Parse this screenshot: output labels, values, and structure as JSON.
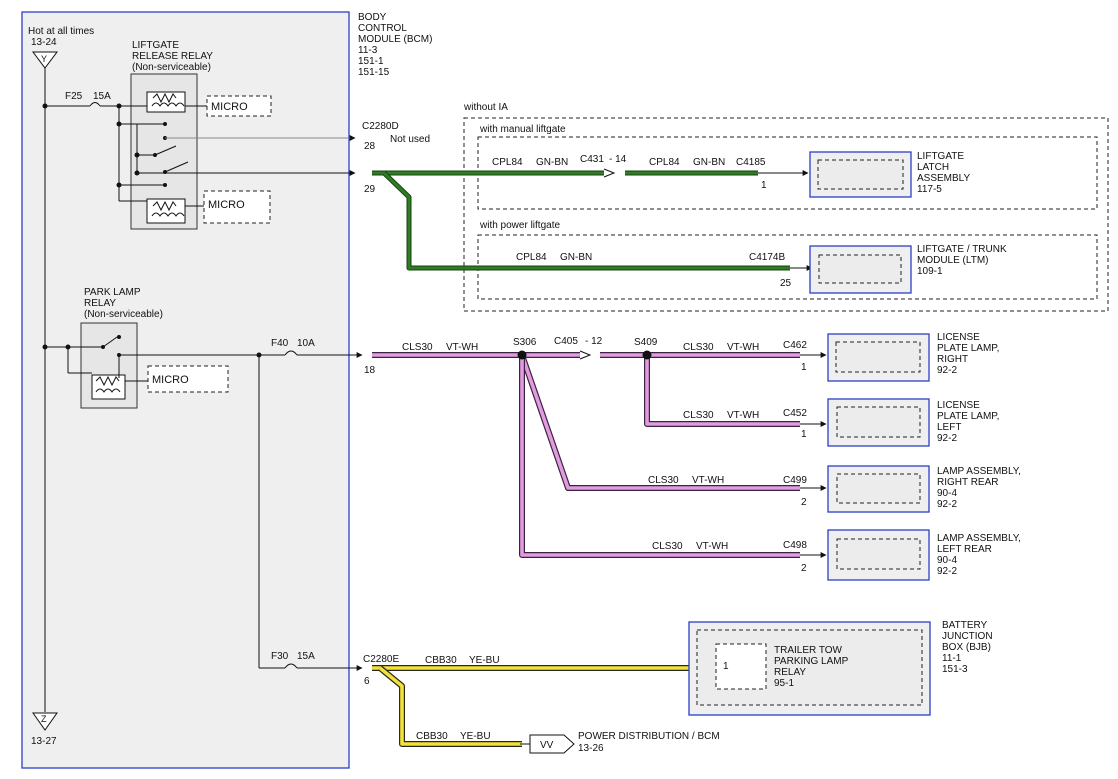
{
  "hot_label": "Hot at all times",
  "ref_top": "13-24",
  "tri_top": "Y",
  "ref_bottom": "13-27",
  "tri_bottom": "Z",
  "bcm": {
    "lines": [
      "BODY",
      "CONTROL",
      "MODULE (BCM)",
      "11-3",
      "151-1",
      "151-15"
    ]
  },
  "liftgate_relay": {
    "lines": [
      "LIFTGATE",
      "RELEASE RELAY",
      "(Non-serviceable)"
    ],
    "micro_top": "MICRO",
    "micro_bottom": "MICRO"
  },
  "park_relay": {
    "lines": [
      "PARK LAMP",
      "RELAY",
      "(Non-serviceable)"
    ],
    "micro": "MICRO"
  },
  "fuses": {
    "f25": "F25",
    "f25_amp": "15A",
    "f40": "F40",
    "f40_amp": "10A",
    "f30": "F30",
    "f30_amp": "15A"
  },
  "connectors": {
    "c2280d": "C2280D",
    "pin28": "28",
    "not_used": "Not used",
    "pin29": "29",
    "pin18": "18",
    "c2280e": "C2280E",
    "pin6": "6"
  },
  "groups": {
    "without_ia": "without IA",
    "manual": "with manual liftgate",
    "power": "with power liftgate"
  },
  "wires": {
    "cpl84_a": "CPL84",
    "gnbn_a": "GN-BN",
    "c431": "C431",
    "dash14": "- 14",
    "cpl84_b": "CPL84",
    "gnbn_b": "GN-BN",
    "c4185": "C4185",
    "pin1_latch": "1",
    "cpl84_c": "CPL84",
    "gnbn_c": "GN-BN",
    "c4174b": "C4174B",
    "pin25": "25",
    "cls30_a": "CLS30",
    "vtwh_a": "VT-WH",
    "s306": "S306",
    "c405": "C405",
    "dash12": "- 12",
    "s409": "S409",
    "cls30_b": "CLS30",
    "vtwh_b": "VT-WH",
    "c462": "C462",
    "pin1_c462": "1",
    "cls30_c": "CLS30",
    "vtwh_c": "VT-WH",
    "c452": "C452",
    "pin1_c452": "1",
    "cls30_d": "CLS30",
    "vtwh_d": "VT-WH",
    "c499": "C499",
    "pin2_c499": "2",
    "cls30_e": "CLS30",
    "vtwh_e": "VT-WH",
    "c498": "C498",
    "pin2_c498": "2",
    "cbb30_a": "CBB30",
    "yebu_a": "YE-BU",
    "cbb30_b": "CBB30",
    "yebu_b": "YE-BU",
    "vv": "VV"
  },
  "components": {
    "latch": [
      "LIFTGATE",
      "LATCH",
      "ASSEMBLY",
      "117-5"
    ],
    "ltm": [
      "LIFTGATE / TRUNK",
      "MODULE (LTM)",
      "109-1"
    ],
    "lic_right": [
      "LICENSE",
      "PLATE LAMP,",
      "RIGHT",
      "92-2"
    ],
    "lic_left": [
      "LICENSE",
      "PLATE LAMP,",
      "LEFT",
      "92-2"
    ],
    "lamp_right_rear": [
      "LAMP ASSEMBLY,",
      "RIGHT REAR",
      "90-4",
      "92-2"
    ],
    "lamp_left_rear": [
      "LAMP ASSEMBLY,",
      "LEFT REAR",
      "90-4",
      "92-2"
    ],
    "bjb": [
      "BATTERY",
      "JUNCTION",
      "BOX (BJB)",
      "11-1",
      "151-3"
    ],
    "trailer_relay": [
      "TRAILER TOW",
      "PARKING LAMP",
      "RELAY",
      "95-1"
    ],
    "trailer_pin": "1",
    "power_dist": [
      "POWER DISTRIBUTION / BCM",
      "13-26"
    ]
  }
}
